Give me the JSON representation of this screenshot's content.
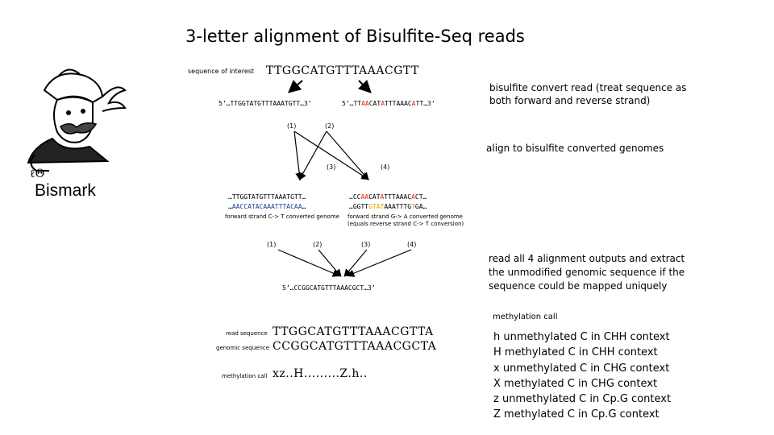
{
  "title": "3-letter alignment of Bisulfite-Seq reads",
  "interest_label": "sequence of interest",
  "interest_seq": "TTGGCATGTTTAAACGTT",
  "read1": "5’…TTGGTATGTTTAAATGTT…3’",
  "read2_parts": [
    "5’…TT",
    "AA",
    "CAT",
    "A",
    "TTTAAAC",
    "A",
    "TT…3’"
  ],
  "bisulfite_note": "bisulfite convert read (treat sequence as both forward and reverse strand)",
  "align_note": "align to bisulfite converted genomes",
  "markers": {
    "m1": "(1)",
    "m2": "(2)",
    "m3": "(3)",
    "m4": "(4)"
  },
  "genome_ct_top": "…TTGGTATGTTTAAATGTT…",
  "genome_ct_bottom_parts": [
    "…",
    "AACCATACAAATTTACAA",
    "…"
  ],
  "genome_ct_label": "forward strand C-> T converted genome",
  "genome_ga_top_parts": [
    "…CC",
    "AA",
    "CAT",
    "A",
    "TTTAAAC",
    "A",
    "CT…"
  ],
  "genome_ga_bottom_parts": [
    "…GGTT",
    "GTAT",
    "AAATTTG",
    "T",
    "GA…"
  ],
  "genome_ga_label1": "forward strand G-> A converted genome",
  "genome_ga_label2": "(equals reverse strand C-> T conversion)",
  "genomic_result": "5’…CCGGCATGTTTAAACGCT…3’",
  "unmodified_note": "read all 4 alignment outputs and extract the unmodified genomic sequence if the sequence could be mapped uniquely",
  "methylation_call_header": "methylation call",
  "read_sequence_label": "read sequence",
  "read_sequence": "TTGGCATGTTTAAACGTTA",
  "genomic_sequence_label": "genomic sequence",
  "genomic_sequence": "CCGGCATGTTTAAACGCTA",
  "methylation_call_label": "methylation call",
  "methylation_call": "xz..H.........Z.h..",
  "legend": [
    "h unmethylated C in CHH context",
    "H methylated C in CHH context",
    "x unmethylated C in CHG context",
    "X methylated C in CHG context",
    "z unmethylated C in Cp.G context",
    "Z methylated C in Cp.G context"
  ],
  "logo_text": "Bismark",
  "colors": {
    "red": "#e2231a",
    "blue": "#1f3f9c",
    "orange": "#e5a400"
  }
}
